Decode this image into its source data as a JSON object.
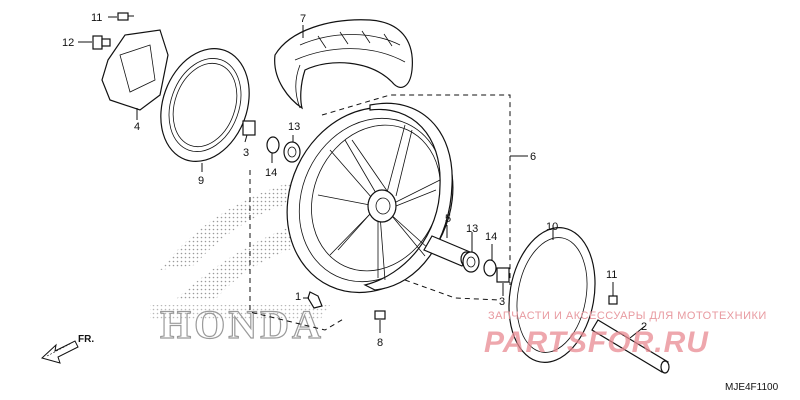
{
  "diagram": {
    "code": "MJE4F1100",
    "direction_label": "FR.",
    "brand_watermark": "HONDA",
    "callouts": [
      "1",
      "2",
      "3",
      "3",
      "4",
      "5",
      "6",
      "7",
      "8",
      "9",
      "10",
      "11",
      "11",
      "12",
      "13",
      "13",
      "14",
      "14"
    ]
  },
  "watermark": {
    "line1": "ЗАПЧАСТИ И АКСЕССУАРЫ ДЛЯ МОТОТЕХНИКИ",
    "line2": "PARTSFOR.RU"
  },
  "colors": {
    "line": "#111111",
    "watermark": "#e88a92",
    "honda_dots": "#9a9a9a"
  }
}
